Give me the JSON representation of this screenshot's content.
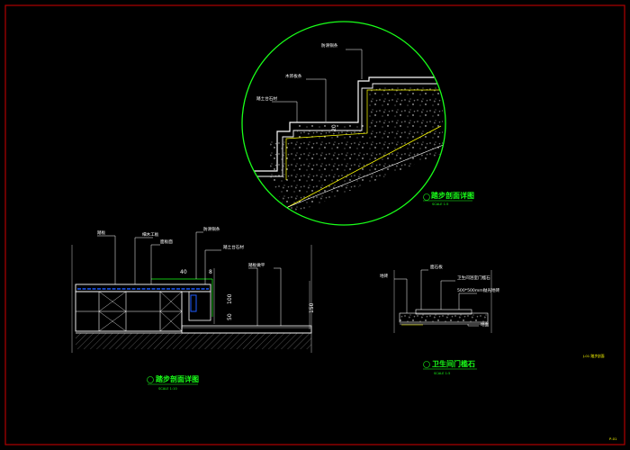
{
  "colors": {
    "background": "#000000",
    "frame": "#b00000",
    "outline": "#ffffff",
    "leader": "#ffffff",
    "accent_green": "#19ff19",
    "accent_yellow": "#ffff00",
    "accent_blue": "#1e5cff",
    "hatch": "#777777"
  },
  "detail_circle": {
    "labels": {
      "top": "防滑铜条",
      "upper": "木饰板条",
      "mid": "踏土台石材",
      "vertical": "20"
    },
    "title": "踏步剖面详图",
    "scale": "SCALE 1:5"
  },
  "step_section": {
    "labels": {
      "label_1": "踏板",
      "label_2": "细木工板",
      "label_3": "面板面",
      "label_4": "防滑铜条",
      "label_5": "踏土台石材",
      "label_6": "踏板做平"
    },
    "dims": {
      "d1": "40",
      "d2": "100",
      "d3": "50",
      "d4": "150",
      "d5": "8"
    },
    "title": "踏步剖面详图",
    "scale": "SCALE 1:10"
  },
  "door_stone": {
    "labels": {
      "label_1": "地砖",
      "label_2": "面石板",
      "label_3": "卫生间浴室门槛石",
      "label_4": "500*500mm抛光地砖",
      "label_5": "地面"
    },
    "title": "卫生间门槛石",
    "scale": "SCALE 1:5"
  },
  "note": "J-01   踏步剖面",
  "page_no": "P-01"
}
